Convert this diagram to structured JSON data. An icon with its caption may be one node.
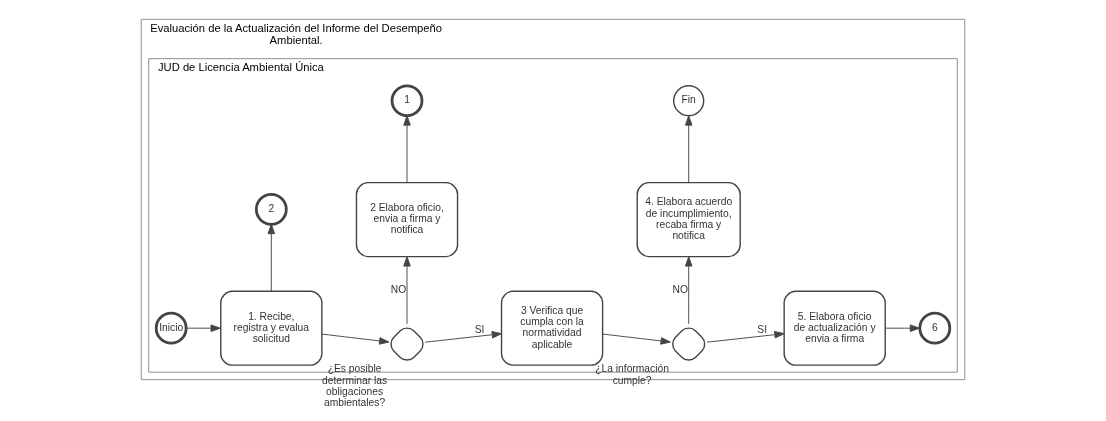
{
  "diagram": {
    "nodes": [
      {
        "text": [
          "Evaluación de la Actualización del Informe del Desempeño Ambiental."
        ]
      },
      {
        "text": [
          "JUD de Licencia Ambiental Única"
        ],
        "in": 0
      },
      {
        "text": [
          "Inicio"
        ],
        "in": 1
      },
      {
        "text": [
          "1. Recibe, registra y evalua solicitud"
        ],
        "in": 1
      },
      {
        "text": [
          "2"
        ],
        "in": 1
      },
      {
        "text": [
          "¿Es posible determinar las obligaciones ambientales?"
        ],
        "in": 1
      },
      {
        "text": [
          "2 Elabora oficio, envia a firma y notifica"
        ],
        "in": 1
      },
      {
        "text": [
          "1"
        ],
        "in": 1
      },
      {
        "text": [
          "3 Verifica que cumpla con la normatividad aplicable"
        ],
        "in": 1
      },
      {
        "text": [
          "¿La información cumple?"
        ],
        "in": 1
      },
      {
        "text": [
          "4. Elabora acuerdo de incumplimiento, recaba firma y notifica"
        ],
        "in": 1
      },
      {
        "text": [
          "Fin"
        ],
        "in": 1
      },
      {
        "text": [
          "5. Elabora oficio de actualización y envia a firma"
        ],
        "in": 1
      },
      {
        "text": [
          "6"
        ],
        "in": 1
      }
    ],
    "edges": [
      {
        "from": 2,
        "to": 3,
        "arrow": "to"
      },
      {
        "from": 3,
        "to": 4,
        "arrow": "to"
      },
      {
        "from": 3,
        "to": 5,
        "arrow": "to"
      },
      {
        "from": 5,
        "to": 8,
        "arrow": "to",
        "label": "SI"
      },
      {
        "from": 5,
        "to": 6,
        "arrow": "to",
        "label": "NO"
      },
      {
        "from": 6,
        "to": 7,
        "arrow": "to"
      },
      {
        "from": 8,
        "to": 9,
        "arrow": "to"
      },
      {
        "from": 9,
        "to": 12,
        "arrow": "to",
        "label": "SI"
      },
      {
        "from": 9,
        "to": 10,
        "arrow": "to",
        "label": "NO"
      },
      {
        "from": 10,
        "to": 11,
        "arrow": "to"
      },
      {
        "from": 12,
        "to": 13,
        "arrow": "to"
      }
    ]
  }
}
